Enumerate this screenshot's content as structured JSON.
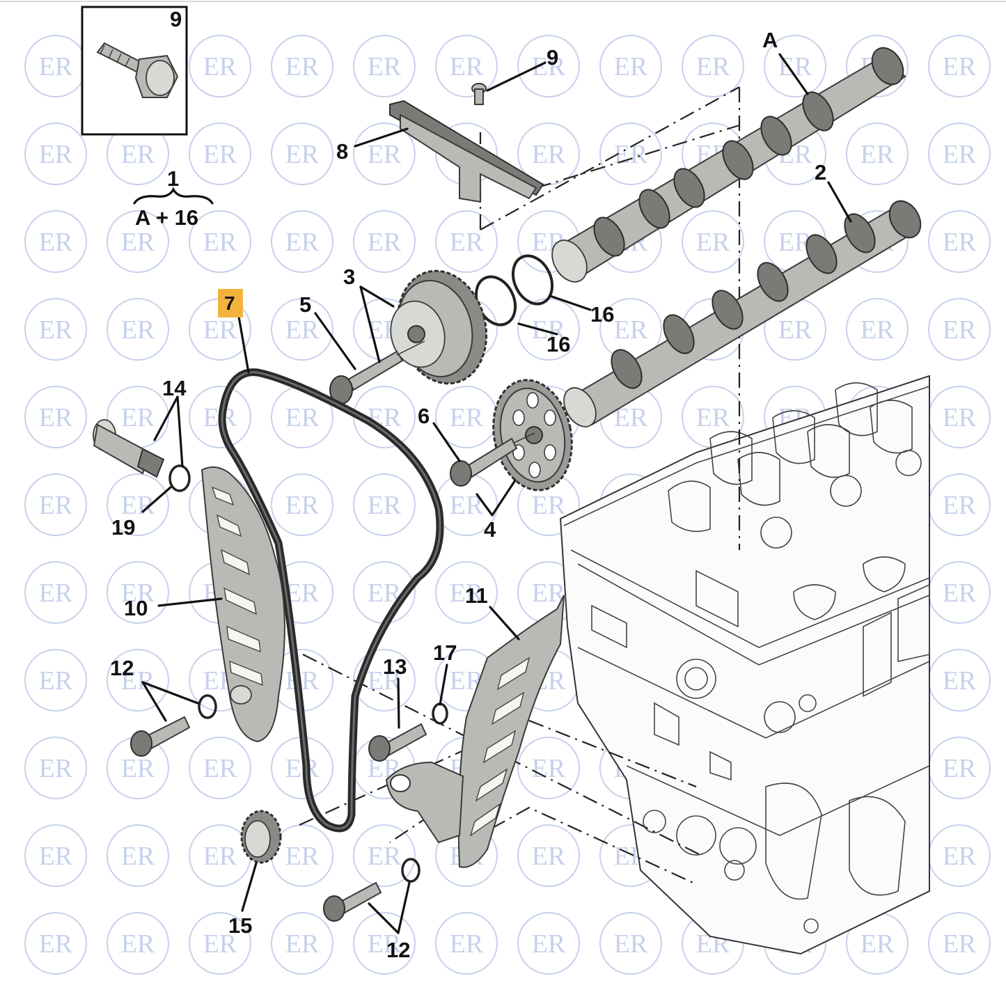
{
  "diagram": {
    "callouts": {
      "c1": "1",
      "c1_formula": "A + 16",
      "c2": "2",
      "c3": "3",
      "c4": "4",
      "c5": "5",
      "c6": "6",
      "c7": "7",
      "c8": "8",
      "c9_inset": "9",
      "c9": "9",
      "c10": "10",
      "c11": "11",
      "c12_left": "12",
      "c12_bottom": "12",
      "c13": "13",
      "c14": "14",
      "c15": "15",
      "c16_upper": "16",
      "c16_lower": "16",
      "c17": "17",
      "c19": "19",
      "cA": "A"
    },
    "highlight_color": "#f2b33d",
    "watermark_text": "ER"
  }
}
